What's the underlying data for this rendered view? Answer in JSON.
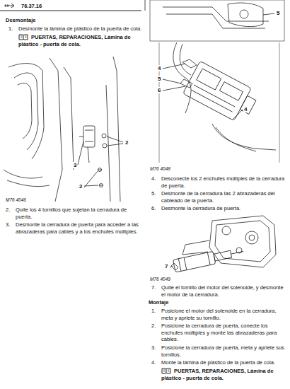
{
  "diagram": {
    "labels": [
      "76.37.16",
      "Desmontaje",
      "1.",
      "Desmonte la lámina de plástico de la puerta de cola.",
      "PUERTAS, REPARACIONES, Lámina de plástico - puerta de cola.",
      "2",
      "3",
      "2",
      "M76 4046",
      "2.",
      "Quite los 4 tornillos que sujetan la cerradura de puerta.",
      "3.",
      "Desmonte la cerradura de puerta para acceder a las abrazaderas para cables y a los enchufes múltiples.",
      "5",
      "4",
      "5",
      "6",
      "4",
      "M76 4048",
      "4.",
      "Desconecte los 2 enchufes múltiples de la cerradura de puerta.",
      "5.",
      "Desmonte de la cerradura las 2 abrazaderas del cableado de la puerta.",
      "6.",
      "Desmonte la cerradura de puerta.",
      "7",
      "M76 4049",
      "7.",
      "Quite el tornillo del motor del solenoide, y desmonte el motor de la cerradura.",
      "Montaje",
      "1.",
      "Posicione el motor del solenoide en la cerradura, meta y apriete su tornillo.",
      "2.",
      "Posicione la cerradura de puerta, conecte los enchufes múltiples y monte las abrazaderas para cables.",
      "3.",
      "Posicione la cerradura de puerta, meta y apriete sus tornillos.",
      "4.",
      "Monte la lámina de plástico de la puerta de cola.",
      "PUERTAS, REPARACIONES, Lámina de plástico - puerta de cola."
    ]
  }
}
